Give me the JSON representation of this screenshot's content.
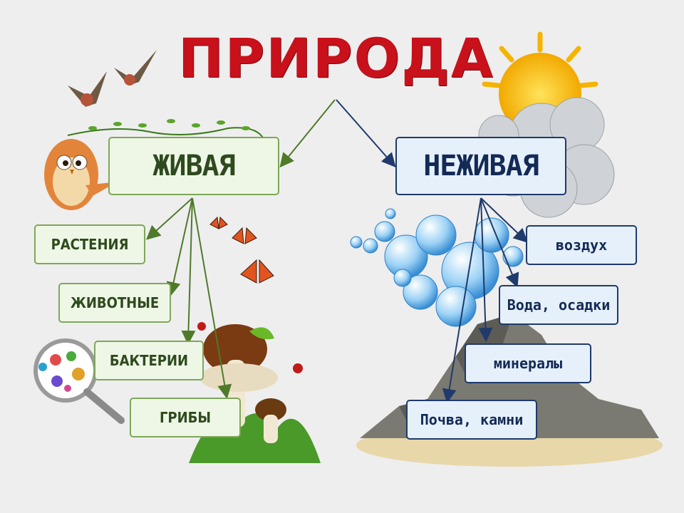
{
  "title": "ПРИРОДА",
  "living": {
    "label": "ЖИВАЯ",
    "items": [
      "РАСТЕНИЯ",
      "ЖИВОТНЫЕ",
      "БАКТЕРИИ",
      "ГРИБЫ"
    ]
  },
  "nonliving": {
    "label": "НЕЖИВАЯ",
    "items": [
      "воздух",
      "Вода, осадки",
      "минералы",
      "Почва, камни"
    ]
  },
  "colors": {
    "title": "#c8111b",
    "living_border": "#7ea75a",
    "living_fill": "#eef7e6",
    "nonliving_border": "#1f3a6b",
    "nonliving_fill": "#e6f0fb"
  }
}
